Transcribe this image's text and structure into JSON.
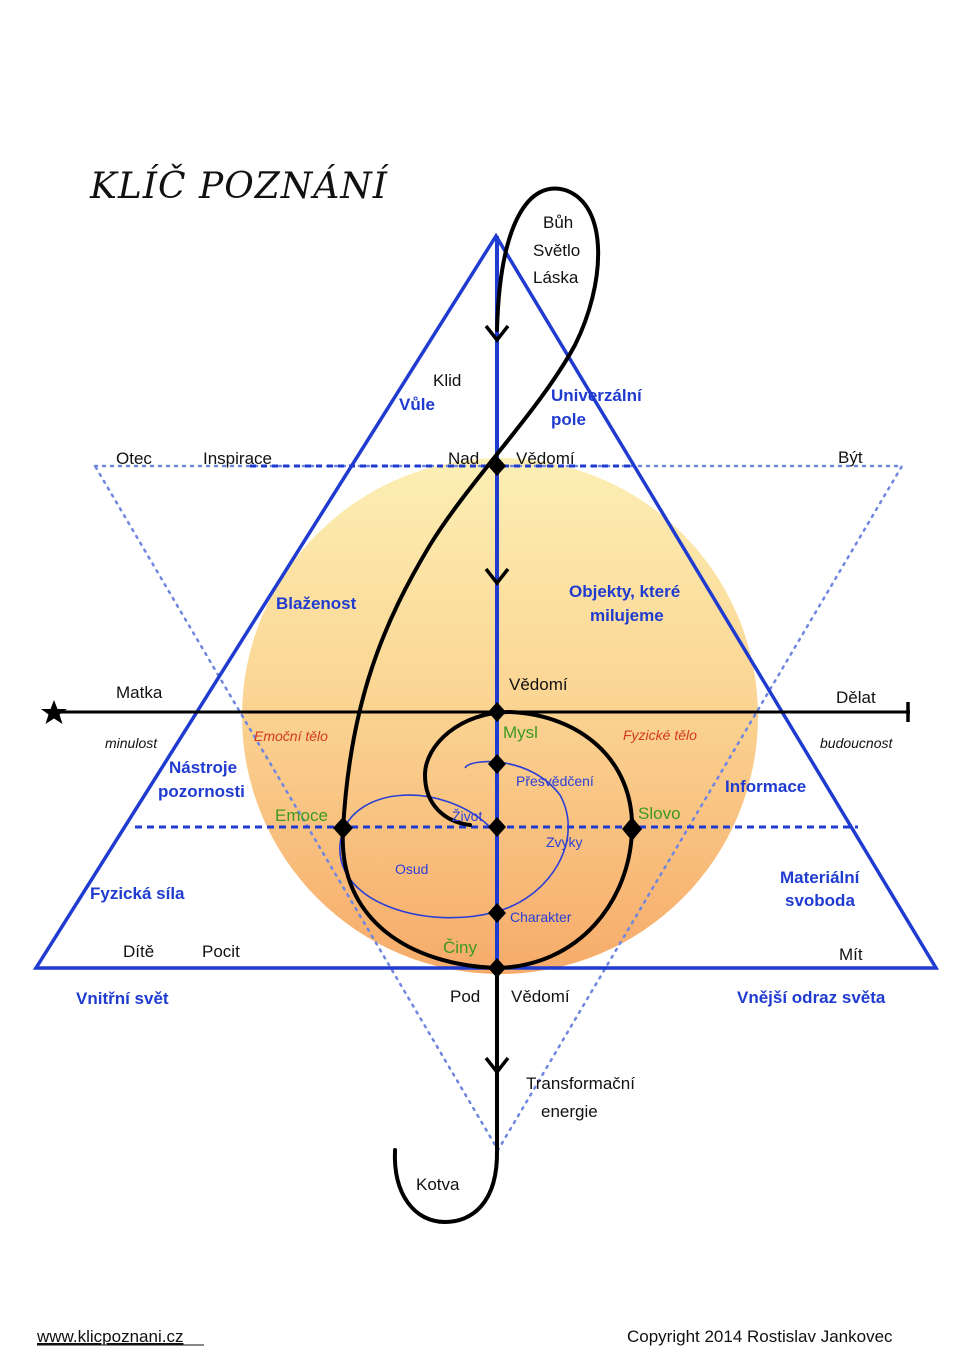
{
  "title": "KLÍČ POZNÁNÍ",
  "colors": {
    "triangle": "#1f3bd0",
    "dotted": "#6f86e0",
    "curve": "#000000",
    "sun_top": "#fbe7a0",
    "sun_bottom": "#f7b06a",
    "green": "#3d9a1e",
    "red": "#d33a1c"
  },
  "labels": {
    "buh": "Bůh",
    "svetlo": "Světlo",
    "laska": "Láska",
    "klid": "Klid",
    "vule": "Vůle",
    "univerzalni": "Univerzální",
    "pole": "pole",
    "otec": "Otec",
    "inspirace": "Inspirace",
    "nad": "Nad",
    "vedomi_top": "Vědomí",
    "byt": "Být",
    "blazenost": "Blaženost",
    "objekty_1": "Objekty, které",
    "objekty_2": "milujeme",
    "matka": "Matka",
    "vedomi_mid": "Vědomí",
    "delat": "Dělat",
    "minulost": "minulost",
    "emocni_telo": "Emoční tělo",
    "mysl": "Mysl",
    "fyzicke_telo": "Fyzické tělo",
    "budoucnost": "budoucnost",
    "nastroje_1": "Nástroje",
    "nastroje_2": "pozornosti",
    "presvedceni": "Přesvědčení",
    "informace": "Informace",
    "emoce": "Emoce",
    "zivot": "Život",
    "slovo": "Slovo",
    "zvyky": "Zvyky",
    "osud": "Osud",
    "fyzicka_sila": "Fyzická síla",
    "materialni_1": "Materiální",
    "materialni_2": "svoboda",
    "charakter": "Charakter",
    "dite": "Dítě",
    "pocit": "Pocit",
    "ciny": "Činy",
    "mit": "Mít",
    "vnitrni_svet": "Vnitřní svět",
    "pod": "Pod",
    "vedomi_bottom": "Vědomí",
    "vnejsi": "Vnější odraz světa",
    "transformacni": "Transformační",
    "energie": "energie",
    "kotva": "Kotva"
  },
  "footer": {
    "website": "www.klicpoznani.cz",
    "copyright": "Copyright 2014 Rostislav Jankovec"
  }
}
